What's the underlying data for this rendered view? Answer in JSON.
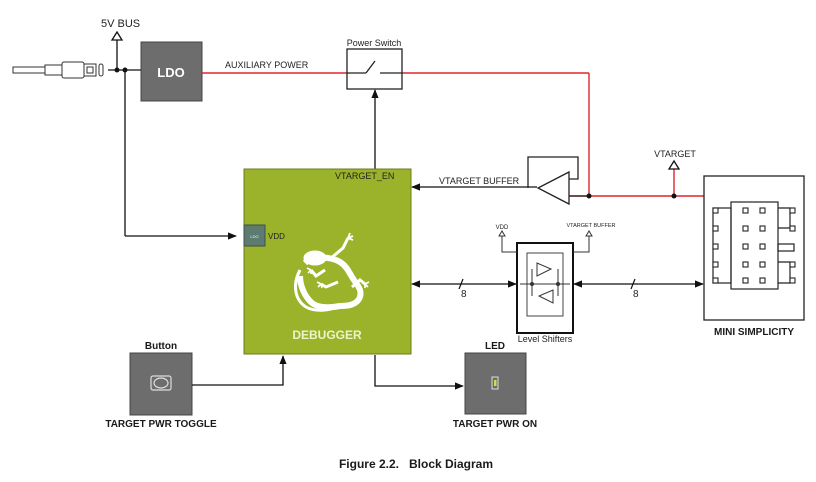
{
  "figure": {
    "caption": "Figure 2.2.   Block Diagram"
  },
  "colors": {
    "power_line": "#e0252b",
    "signal_line": "#111111",
    "debugger_fill": "#9bb32a",
    "block_fill": "#6d6d6d",
    "ldo_small_fill": "#5d7b70"
  },
  "nodes": {
    "usb_connector": {
      "icon": "usb-micro-cable-icon"
    },
    "bus_5v": {
      "label": "5V BUS"
    },
    "ldo": {
      "label": "LDO"
    },
    "power_switch": {
      "label": "Power Switch"
    },
    "debugger": {
      "label": "DEBUGGER",
      "vtarget_en_label": "VTARGET_EN",
      "vdd_label": "VDD",
      "inner_ldo_label": "LDO",
      "icon": "gecko-icon"
    },
    "vtarget_buffer": {
      "label": "VTARGET BUFFER"
    },
    "vtarget": {
      "label": "VTARGET"
    },
    "level_shifters": {
      "label": "Level Shifters",
      "vdd_label": "VDD",
      "vtarget_buffer_label": "VTARGET BUFFER"
    },
    "mini_simplicity": {
      "label": "MINI SIMPLICITY",
      "icon": "header-connector-icon"
    },
    "button": {
      "title": "Button",
      "label": "TARGET PWR TOGGLE",
      "icon": "push-button-icon"
    },
    "led": {
      "title": "LED",
      "label": "TARGET PWR ON",
      "icon": "led-icon"
    }
  },
  "connections": {
    "auxiliary_power": {
      "label": "AUXILIARY POWER"
    },
    "bus_width_debugger_ls": {
      "label": "8"
    },
    "bus_width_ls_connector": {
      "label": "8"
    }
  }
}
